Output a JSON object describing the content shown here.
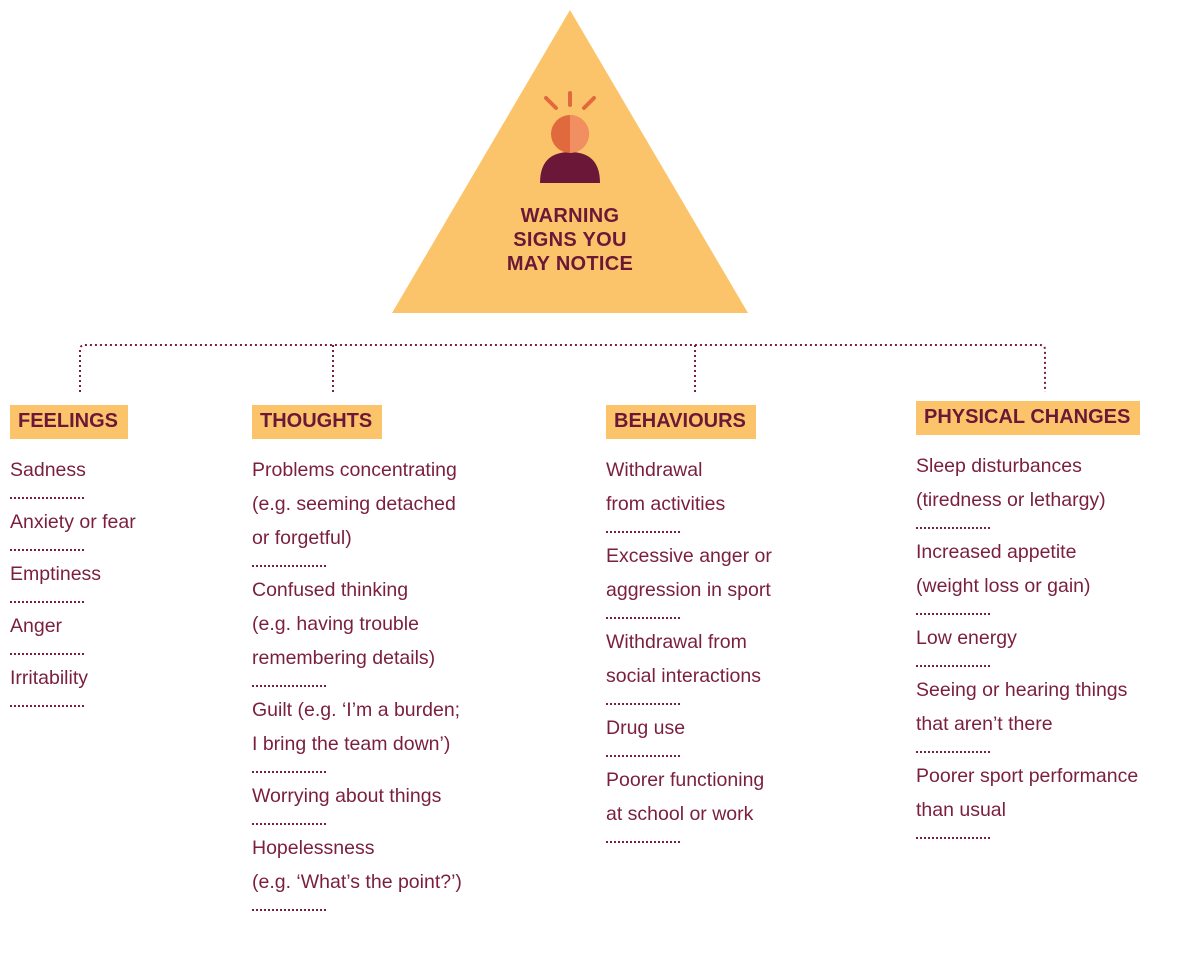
{
  "title_lines": [
    "WARNING",
    "SIGNS YOU",
    "MAY NOTICE"
  ],
  "colors": {
    "triangle": "#fcc46a",
    "header_bg": "#fcc46a",
    "text": "#7a1f3d",
    "head_left": "#e06a3e",
    "head_right": "#f18f62",
    "body": "#6b1838"
  },
  "icon": "person-alert-icon",
  "categories": [
    {
      "header": "FEELINGS",
      "items": [
        {
          "lines": [
            "Sadness"
          ]
        },
        {
          "lines": [
            "Anxiety or fear"
          ]
        },
        {
          "lines": [
            "Emptiness"
          ]
        },
        {
          "lines": [
            "Anger"
          ]
        },
        {
          "lines": [
            "Irritability"
          ]
        }
      ]
    },
    {
      "header": "THOUGHTS",
      "items": [
        {
          "lines": [
            "Problems concentrating",
            "(e.g. seeming detached",
            "or forgetful)"
          ]
        },
        {
          "lines": [
            "Confused thinking",
            "(e.g. having trouble",
            "remembering details)"
          ]
        },
        {
          "lines": [
            "Guilt (e.g. ‘I’m a burden;",
            "I bring the team down’)"
          ]
        },
        {
          "lines": [
            "Worrying about things"
          ]
        },
        {
          "lines": [
            "Hopelessness",
            "(e.g. ‘What’s the point?’)"
          ]
        }
      ]
    },
    {
      "header": "BEHAVIOURS",
      "items": [
        {
          "lines": [
            "Withdrawal",
            "from activities"
          ]
        },
        {
          "lines": [
            "Excessive anger or",
            "aggression in sport"
          ]
        },
        {
          "lines": [
            "Withdrawal from",
            "social interactions"
          ]
        },
        {
          "lines": [
            "Drug use"
          ]
        },
        {
          "lines": [
            "Poorer functioning",
            "at school or work"
          ]
        }
      ]
    },
    {
      "header": "PHYSICAL CHANGES",
      "items": [
        {
          "lines": [
            "Sleep disturbances",
            "(tiredness or lethargy)"
          ]
        },
        {
          "lines": [
            "Increased appetite",
            "(weight loss or gain)"
          ]
        },
        {
          "lines": [
            "Low energy"
          ]
        },
        {
          "lines": [
            "Seeing or hearing things",
            "that aren’t there"
          ]
        },
        {
          "lines": [
            "Poorer sport performance",
            "than usual"
          ]
        }
      ]
    }
  ]
}
